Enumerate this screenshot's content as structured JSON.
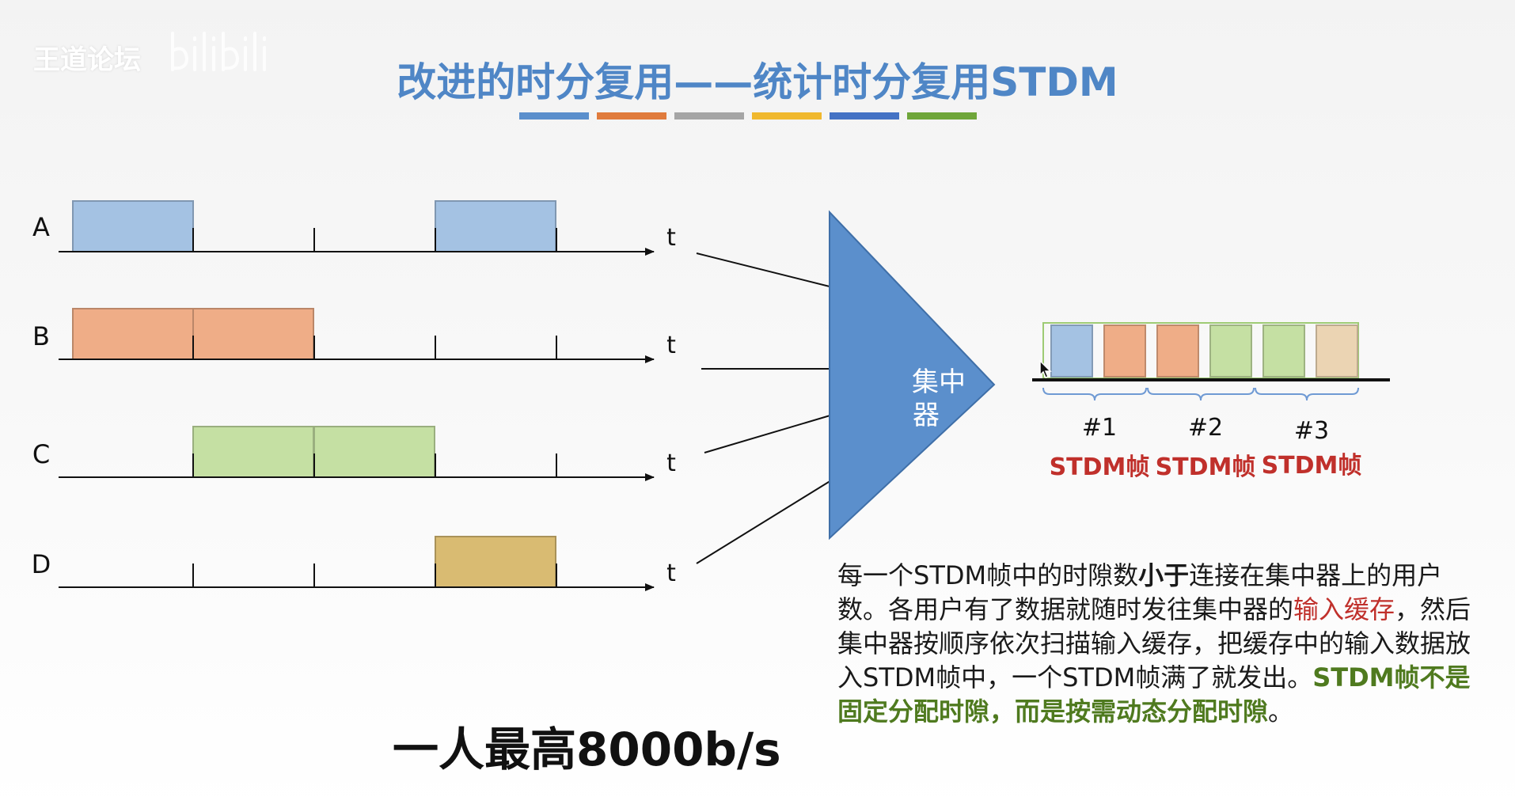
{
  "watermark": "王道论坛",
  "title": "改进的时分复用——统计时分复用STDM",
  "colors": {
    "title": "#4f86c6",
    "blue": "#a4c2e3",
    "orange": "#efad87",
    "green": "#c5e0a3",
    "tan": "#d9bb72",
    "beige": "#ebd4b3",
    "triangle": "#5b8fcc",
    "red": "#c0302b",
    "bracket": "#6f9ad4",
    "title_bars": [
      "#5b8fcc",
      "#e07b3c",
      "#a5a5a5",
      "#f0b82e",
      "#4472c4",
      "#6fa63a"
    ]
  },
  "diagram": {
    "time_label": "t",
    "channels": [
      {
        "label": "A",
        "blocks": [
          {
            "slot": 0,
            "color": "blue"
          },
          {
            "slot": 3,
            "color": "blue"
          }
        ]
      },
      {
        "label": "B",
        "blocks": [
          {
            "slot": 0,
            "color": "orange"
          },
          {
            "slot": 1,
            "color": "orange"
          }
        ]
      },
      {
        "label": "C",
        "blocks": [
          {
            "slot": 1,
            "color": "green"
          },
          {
            "slot": 2,
            "color": "green"
          }
        ]
      },
      {
        "label": "D",
        "blocks": [
          {
            "slot": 3,
            "color": "tan"
          }
        ]
      }
    ],
    "concentrator": {
      "line1": "集中",
      "line2": "器"
    },
    "output_slots": [
      "blue",
      "orange",
      "orange",
      "green",
      "green",
      "beige"
    ],
    "frames": [
      {
        "number": "#1",
        "label": "STDM帧"
      },
      {
        "number": "#2",
        "label": "STDM帧"
      },
      {
        "number": "#3",
        "label": "STDM帧"
      }
    ]
  },
  "description": {
    "p1": "每一个STDM帧中的时隙数",
    "p2": "小于",
    "p3": "连接在集中器上的用户数。各用户有了数据就随时发往集中器的",
    "p4": "输入缓存",
    "p5": "，然后集中器按顺序依次扫描输入缓存，把缓存中的输入数据放入STDM帧中，一个STDM帧满了就发出。",
    "p6": "STDM帧不是固定分配时隙，而是按需动态分配时隙",
    "p7": "。"
  },
  "rate_text": "一人最高8000b/s"
}
